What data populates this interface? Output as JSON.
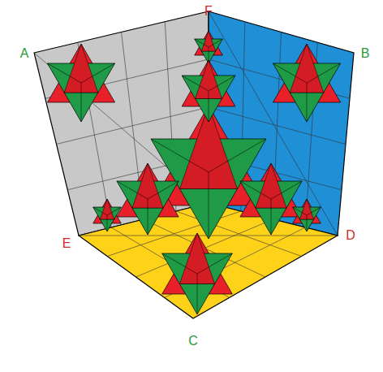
{
  "diagram": {
    "labels": [
      "F",
      "A",
      "B",
      "E",
      "D",
      "C"
    ]
  }
}
